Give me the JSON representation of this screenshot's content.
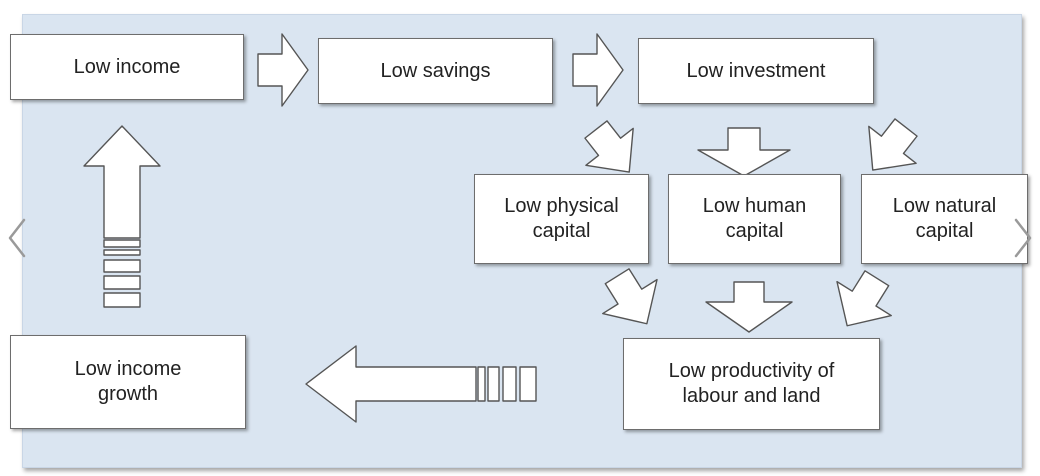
{
  "diagram": {
    "boxes": {
      "low_income": "Low income",
      "low_savings": "Low savings",
      "low_investment": "Low investment",
      "low_physical_capital": [
        "Low physical",
        "capital"
      ],
      "low_human_capital": [
        "Low human",
        "capital"
      ],
      "low_natural_capital": [
        "Low natural",
        "capital"
      ],
      "low_productivity": [
        "Low productivity of",
        "labour and land"
      ],
      "low_income_growth": [
        "Low income",
        "growth"
      ]
    },
    "arrow_style": {
      "fill": "#ffffff",
      "stroke": "#555555"
    },
    "panel_color": "#dae5f1"
  },
  "navigation": {
    "prev_icon": "chevron-left-icon",
    "next_icon": "chevron-right-icon",
    "color": "#9a9a9a"
  }
}
